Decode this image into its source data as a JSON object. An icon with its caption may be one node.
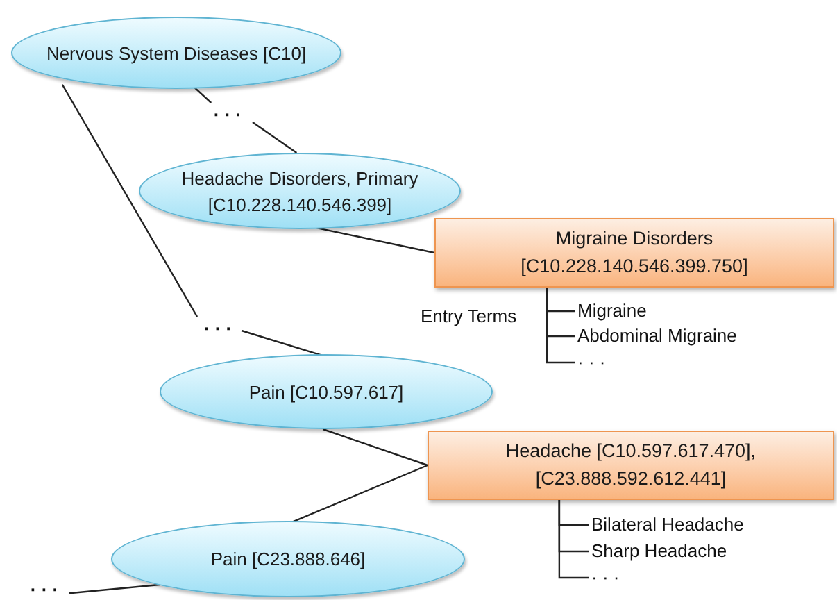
{
  "diagram": {
    "nodes": [
      {
        "text": [
          "Nervous System Diseases [C10]"
        ]
      },
      {
        "text": [
          "· · ·"
        ]
      },
      {
        "text": [
          "Headache Disorders, Primary [C10.228.140.546.399]"
        ]
      },
      {
        "text": [
          "Migraine Disorders [C10.228.140.546.399.750]"
        ]
      },
      {
        "text": [
          "· · ·"
        ]
      },
      {
        "text": [
          "Pain [C10.597.617]"
        ]
      },
      {
        "text": [
          "Headache [C10.597.617.470], [C23.888.592.612.441]"
        ]
      },
      {
        "text": [
          "Pain [C23.888.646]"
        ]
      },
      {
        "text": [
          "· · ·"
        ]
      },
      {
        "text": [
          "Migraine"
        ]
      },
      {
        "text": [
          "Abdominal Migraine"
        ]
      },
      {
        "text": [
          "· · ·"
        ]
      },
      {
        "text": [
          "Bilateral Headache"
        ]
      },
      {
        "text": [
          "Sharp Headache"
        ]
      },
      {
        "text": [
          "· · ·"
        ]
      }
    ],
    "edges": [
      {
        "from": 0,
        "to": 1,
        "arrow": "none"
      },
      {
        "from": 1,
        "to": 2,
        "arrow": "none"
      },
      {
        "from": 0,
        "to": 4,
        "arrow": "none"
      },
      {
        "from": 4,
        "to": 5,
        "arrow": "none"
      },
      {
        "from": 2,
        "to": 3,
        "arrow": "none"
      },
      {
        "from": 5,
        "to": 6,
        "arrow": "none"
      },
      {
        "from": 7,
        "to": 6,
        "arrow": "none"
      },
      {
        "from": 7,
        "to": 8,
        "arrow": "none"
      },
      {
        "from": 3,
        "to": 9,
        "arrow": "none"
      },
      {
        "from": 3,
        "to": 10,
        "arrow": "none"
      },
      {
        "from": 3,
        "to": 11,
        "arrow": "none"
      },
      {
        "from": 6,
        "to": 12,
        "arrow": "none"
      },
      {
        "from": 6,
        "to": 13,
        "arrow": "none"
      },
      {
        "from": 6,
        "to": 14,
        "arrow": "none"
      }
    ],
    "labels": [
      "Entry Terms"
    ]
  }
}
